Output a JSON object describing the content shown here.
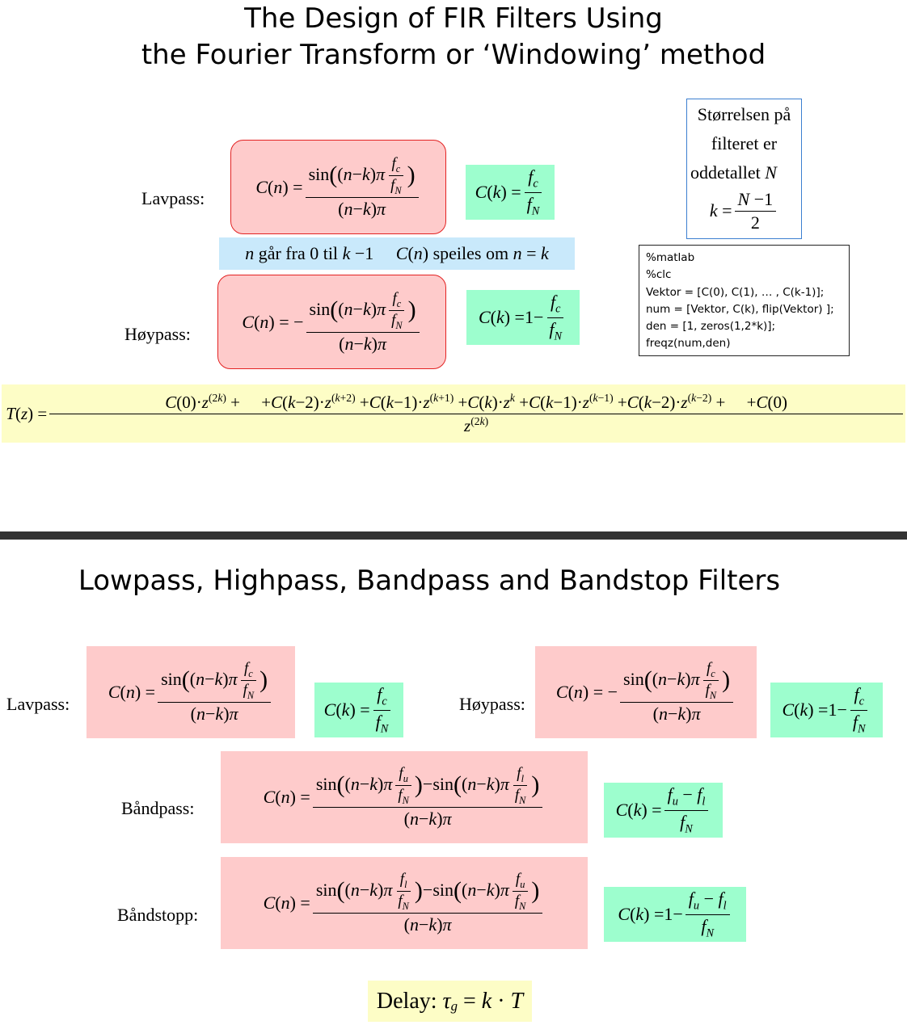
{
  "top": {
    "title_line1": "The Design of FIR Filters Using",
    "title_line2": "the Fourier Transform or ‘Windowing’ method",
    "lavpass_label": "Lavpass:",
    "hoypass_label": "Høypass:",
    "range_note_text1": "går fra 0 til",
    "range_note_text2": "speiles om",
    "size_box": {
      "line1": "Størrelsen på",
      "line2": "filteret er",
      "line3": "oddetallet"
    },
    "matlab_code": [
      "%matlab",
      "%clc",
      "Vektor = [C(0), C(1), … , C(k-1)];",
      "num = [Vektor, C(k), flip(Vektor) ];",
      "den = [1, zeros(1,2*k)];",
      "freqz(num,den)"
    ]
  },
  "bottom": {
    "title": "Lowpass, Highpass, Bandpass and Bandstop Filters",
    "lavpass_label": "Lavpass:",
    "hoypass_label": "Høypass:",
    "bandpass_label": "Båndpass:",
    "bandstop_label": "Båndstopp:",
    "delay_label": "Delay:"
  },
  "colors": {
    "formula_bg": "#fecbcb",
    "center_bg": "#9dfece",
    "note_bg": "#c9e9fb",
    "transfer_bg": "#fdfdc6",
    "divider": "#333333",
    "box_border": "#3c7fd0"
  }
}
